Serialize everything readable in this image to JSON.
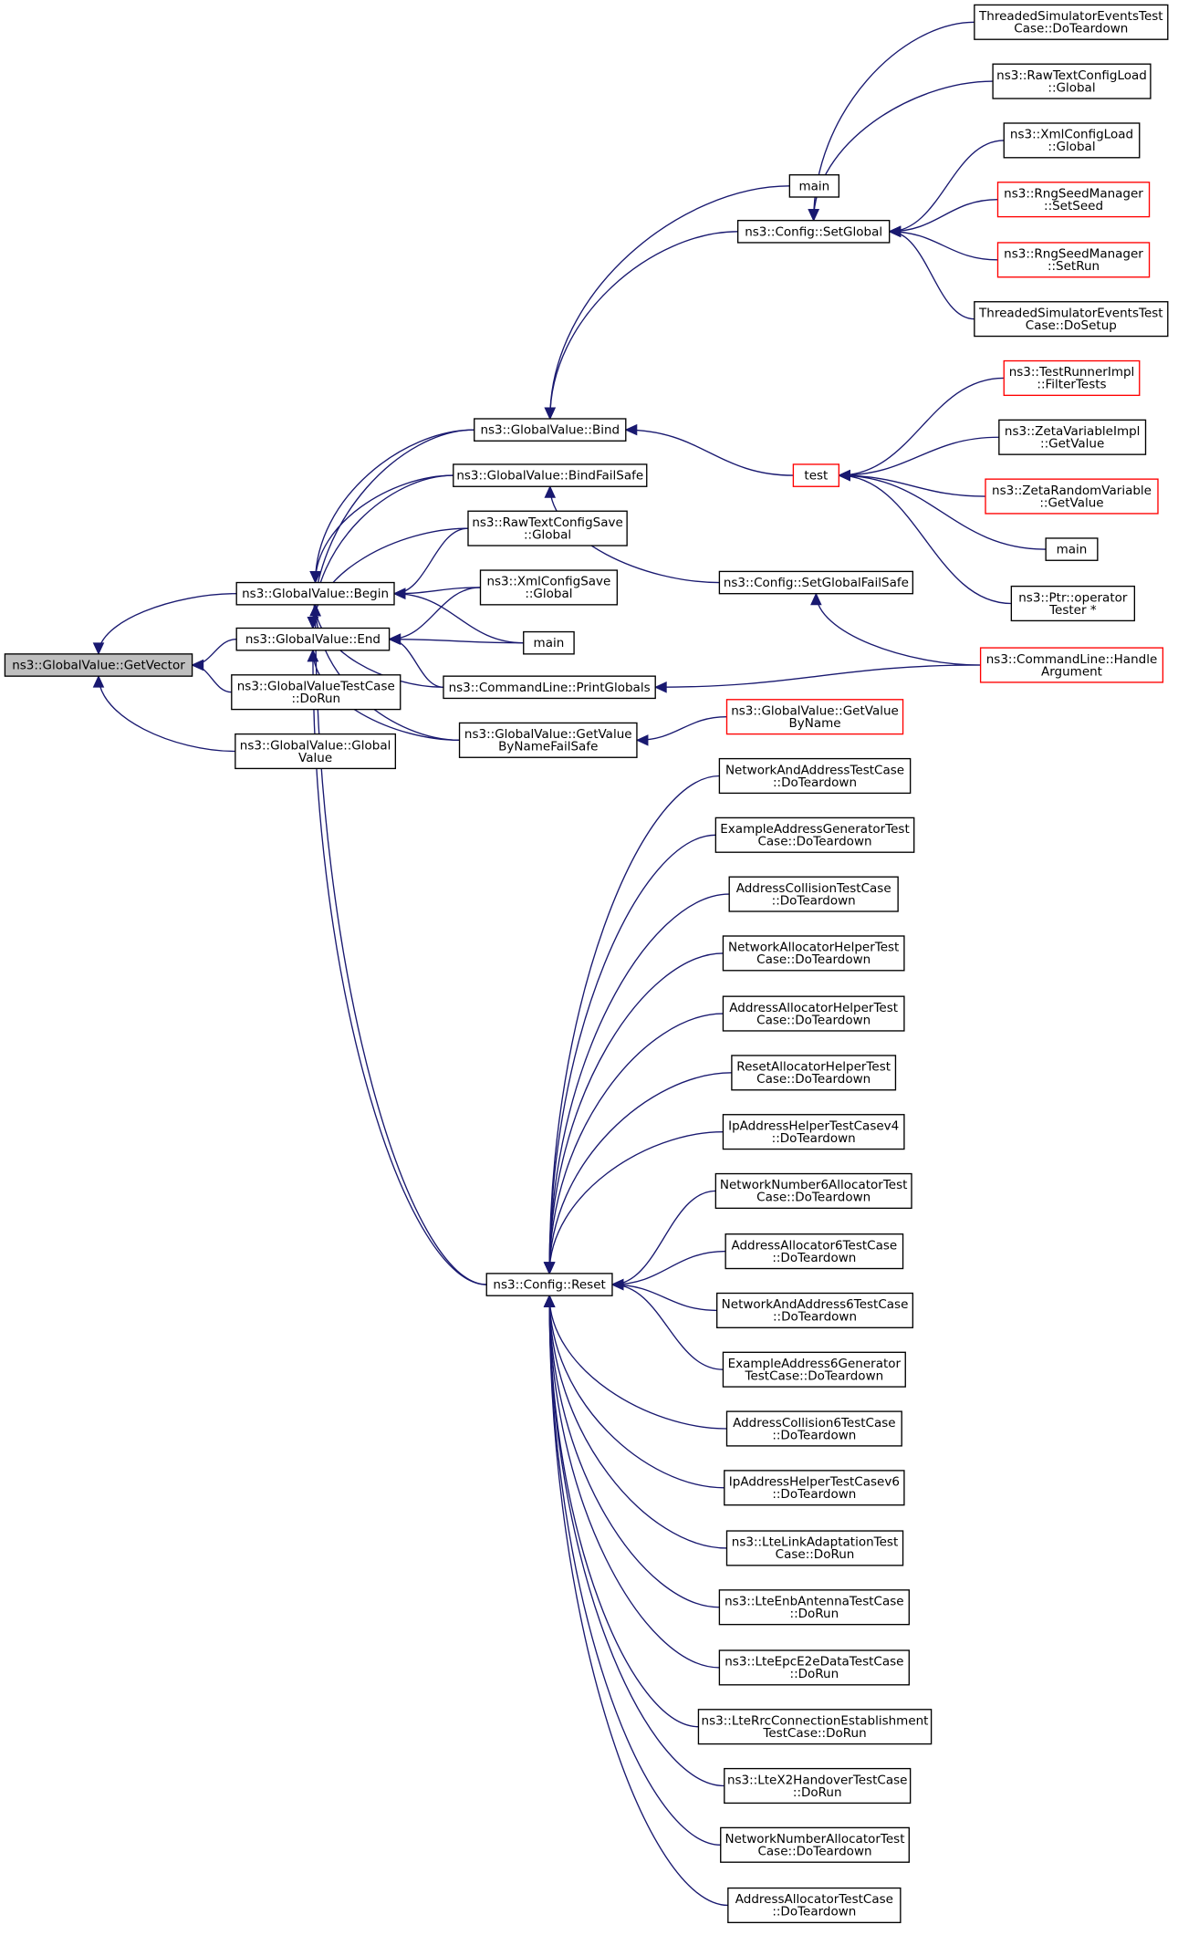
{
  "diagram": {
    "nodes": [
      {
        "id": "getvector",
        "lines": [
          "ns3::GlobalValue::GetVector"
        ],
        "style": "focus"
      },
      {
        "id": "begin",
        "lines": [
          "ns3::GlobalValue::Begin"
        ],
        "style": "normal"
      },
      {
        "id": "end",
        "lines": [
          "ns3::GlobalValue::End"
        ],
        "style": "normal"
      },
      {
        "id": "gvtestcase",
        "lines": [
          "ns3::GlobalValueTestCase",
          "::DoRun"
        ],
        "style": "normal"
      },
      {
        "id": "gvglobal",
        "lines": [
          "ns3::GlobalValue::Global",
          "Value"
        ],
        "style": "normal"
      },
      {
        "id": "bind",
        "lines": [
          "ns3::GlobalValue::Bind"
        ],
        "style": "normal"
      },
      {
        "id": "bindfailsafe",
        "lines": [
          "ns3::GlobalValue::BindFailSafe"
        ],
        "style": "normal"
      },
      {
        "id": "rawtextsave",
        "lines": [
          "ns3::RawTextConfigSave",
          "::Global"
        ],
        "style": "normal"
      },
      {
        "id": "xmlsave",
        "lines": [
          "ns3::XmlConfigSave",
          "::Global"
        ],
        "style": "normal"
      },
      {
        "id": "main_mid",
        "lines": [
          "main"
        ],
        "style": "normal"
      },
      {
        "id": "printglobals",
        "lines": [
          "ns3::CommandLine::PrintGlobals"
        ],
        "style": "normal"
      },
      {
        "id": "getvaluefs",
        "lines": [
          "ns3::GlobalValue::GetValue",
          "ByNameFailSafe"
        ],
        "style": "normal"
      },
      {
        "id": "reset",
        "lines": [
          "ns3::Config::Reset"
        ],
        "style": "normal"
      },
      {
        "id": "main_top",
        "lines": [
          "main"
        ],
        "style": "normal"
      },
      {
        "id": "setglobal",
        "lines": [
          "ns3::Config::SetGlobal"
        ],
        "style": "normal"
      },
      {
        "id": "test",
        "lines": [
          "test"
        ],
        "style": "red"
      },
      {
        "id": "setglobalfs",
        "lines": [
          "ns3::Config::SetGlobalFailSafe"
        ],
        "style": "normal"
      },
      {
        "id": "getvaluebyname",
        "lines": [
          "ns3::GlobalValue::GetValue",
          "ByName"
        ],
        "style": "red"
      },
      {
        "id": "threadedteardown",
        "lines": [
          "ThreadedSimulatorEventsTest",
          "Case::DoTeardown"
        ],
        "style": "normal"
      },
      {
        "id": "rawtextload",
        "lines": [
          "ns3::RawTextConfigLoad",
          "::Global"
        ],
        "style": "normal"
      },
      {
        "id": "xmlload",
        "lines": [
          "ns3::XmlConfigLoad",
          "::Global"
        ],
        "style": "normal"
      },
      {
        "id": "setseed",
        "lines": [
          "ns3::RngSeedManager",
          "::SetSeed"
        ],
        "style": "red"
      },
      {
        "id": "setrun",
        "lines": [
          "ns3::RngSeedManager",
          "::SetRun"
        ],
        "style": "red"
      },
      {
        "id": "threadedsetup",
        "lines": [
          "ThreadedSimulatorEventsTest",
          "Case::DoSetup"
        ],
        "style": "normal"
      },
      {
        "id": "filtertests",
        "lines": [
          "ns3::TestRunnerImpl",
          "::FilterTests"
        ],
        "style": "red"
      },
      {
        "id": "zetaimpl",
        "lines": [
          "ns3::ZetaVariableImpl",
          "::GetValue"
        ],
        "style": "normal"
      },
      {
        "id": "zetarandom",
        "lines": [
          "ns3::ZetaRandomVariable",
          "::GetValue"
        ],
        "style": "red"
      },
      {
        "id": "main_right",
        "lines": [
          "main"
        ],
        "style": "normal"
      },
      {
        "id": "ptroperator",
        "lines": [
          "ns3::Ptr::operator",
          "Tester *"
        ],
        "style": "normal"
      },
      {
        "id": "handleargument",
        "lines": [
          "ns3::CommandLine::Handle",
          "Argument"
        ],
        "style": "red"
      },
      {
        "id": "r01",
        "lines": [
          "NetworkAndAddressTestCase",
          "::DoTeardown"
        ],
        "style": "normal"
      },
      {
        "id": "r02",
        "lines": [
          "ExampleAddressGeneratorTest",
          "Case::DoTeardown"
        ],
        "style": "normal"
      },
      {
        "id": "r03",
        "lines": [
          "AddressCollisionTestCase",
          "::DoTeardown"
        ],
        "style": "normal"
      },
      {
        "id": "r04",
        "lines": [
          "NetworkAllocatorHelperTest",
          "Case::DoTeardown"
        ],
        "style": "normal"
      },
      {
        "id": "r05",
        "lines": [
          "AddressAllocatorHelperTest",
          "Case::DoTeardown"
        ],
        "style": "normal"
      },
      {
        "id": "r06",
        "lines": [
          "ResetAllocatorHelperTest",
          "Case::DoTeardown"
        ],
        "style": "normal"
      },
      {
        "id": "r07",
        "lines": [
          "IpAddressHelperTestCasev4",
          "::DoTeardown"
        ],
        "style": "normal"
      },
      {
        "id": "r08",
        "lines": [
          "NetworkNumber6AllocatorTest",
          "Case::DoTeardown"
        ],
        "style": "normal"
      },
      {
        "id": "r09",
        "lines": [
          "AddressAllocator6TestCase",
          "::DoTeardown"
        ],
        "style": "normal"
      },
      {
        "id": "r10",
        "lines": [
          "NetworkAndAddress6TestCase",
          "::DoTeardown"
        ],
        "style": "normal"
      },
      {
        "id": "r11",
        "lines": [
          "ExampleAddress6Generator",
          "TestCase::DoTeardown"
        ],
        "style": "normal"
      },
      {
        "id": "r12",
        "lines": [
          "AddressCollision6TestCase",
          "::DoTeardown"
        ],
        "style": "normal"
      },
      {
        "id": "r13",
        "lines": [
          "IpAddressHelperTestCasev6",
          "::DoTeardown"
        ],
        "style": "normal"
      },
      {
        "id": "r14",
        "lines": [
          "ns3::LteLinkAdaptationTest",
          "Case::DoRun"
        ],
        "style": "normal"
      },
      {
        "id": "r15",
        "lines": [
          "ns3::LteEnbAntennaTestCase",
          "::DoRun"
        ],
        "style": "normal"
      },
      {
        "id": "r16",
        "lines": [
          "ns3::LteEpcE2eDataTestCase",
          "::DoRun"
        ],
        "style": "normal"
      },
      {
        "id": "r17",
        "lines": [
          "ns3::LteRrcConnectionEstablishment",
          "TestCase::DoRun"
        ],
        "style": "normal"
      },
      {
        "id": "r18",
        "lines": [
          "ns3::LteX2HandoverTestCase",
          "::DoRun"
        ],
        "style": "normal"
      },
      {
        "id": "r19",
        "lines": [
          "NetworkNumberAllocatorTest",
          "Case::DoTeardown"
        ],
        "style": "normal"
      },
      {
        "id": "r20",
        "lines": [
          "AddressAllocatorTestCase",
          "::DoTeardown"
        ],
        "style": "normal"
      }
    ],
    "edges": [
      [
        "getvector",
        "begin"
      ],
      [
        "getvector",
        "end"
      ],
      [
        "getvector",
        "gvtestcase"
      ],
      [
        "getvector",
        "gvglobal"
      ],
      [
        "begin",
        "bind"
      ],
      [
        "begin",
        "bindfailsafe"
      ],
      [
        "begin",
        "rawtextsave"
      ],
      [
        "begin",
        "xmlsave"
      ],
      [
        "begin",
        "main_mid"
      ],
      [
        "begin",
        "printglobals"
      ],
      [
        "begin",
        "getvaluefs"
      ],
      [
        "begin",
        "reset"
      ],
      [
        "end",
        "bind"
      ],
      [
        "end",
        "bindfailsafe"
      ],
      [
        "end",
        "rawtextsave"
      ],
      [
        "end",
        "xmlsave"
      ],
      [
        "end",
        "main_mid"
      ],
      [
        "end",
        "printglobals"
      ],
      [
        "end",
        "getvaluefs"
      ],
      [
        "end",
        "reset"
      ],
      [
        "bind",
        "main_top"
      ],
      [
        "bind",
        "setglobal"
      ],
      [
        "bind",
        "test"
      ],
      [
        "bindfailsafe",
        "setglobalfs"
      ],
      [
        "setglobal",
        "threadedteardown"
      ],
      [
        "setglobal",
        "rawtextload"
      ],
      [
        "setglobal",
        "xmlload"
      ],
      [
        "setglobal",
        "setseed"
      ],
      [
        "setglobal",
        "setrun"
      ],
      [
        "setglobal",
        "threadedsetup"
      ],
      [
        "test",
        "filtertests"
      ],
      [
        "test",
        "zetaimpl"
      ],
      [
        "test",
        "zetarandom"
      ],
      [
        "test",
        "main_right"
      ],
      [
        "test",
        "ptroperator"
      ],
      [
        "setglobalfs",
        "handleargument"
      ],
      [
        "printglobals",
        "handleargument"
      ],
      [
        "getvaluefs",
        "getvaluebyname"
      ],
      [
        "reset",
        "r01"
      ],
      [
        "reset",
        "r02"
      ],
      [
        "reset",
        "r03"
      ],
      [
        "reset",
        "r04"
      ],
      [
        "reset",
        "r05"
      ],
      [
        "reset",
        "r06"
      ],
      [
        "reset",
        "r07"
      ],
      [
        "reset",
        "r08"
      ],
      [
        "reset",
        "r09"
      ],
      [
        "reset",
        "r10"
      ],
      [
        "reset",
        "r11"
      ],
      [
        "reset",
        "r12"
      ],
      [
        "reset",
        "r13"
      ],
      [
        "reset",
        "r14"
      ],
      [
        "reset",
        "r15"
      ],
      [
        "reset",
        "r16"
      ],
      [
        "reset",
        "r17"
      ],
      [
        "reset",
        "r18"
      ],
      [
        "reset",
        "r19"
      ],
      [
        "reset",
        "r20"
      ]
    ]
  }
}
